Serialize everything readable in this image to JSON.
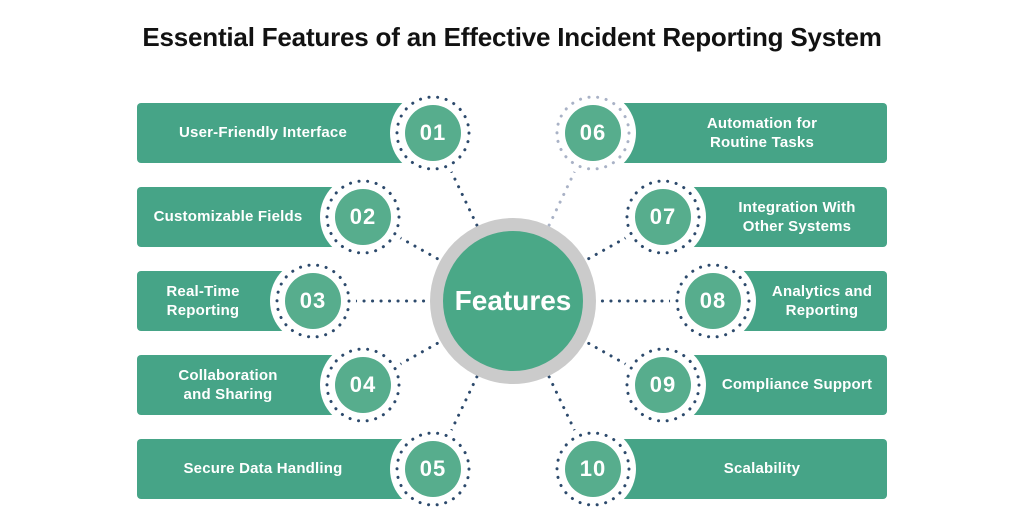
{
  "title": "Essential Features of an Effective Incident Reporting System",
  "hub": {
    "label": "Features"
  },
  "colors": {
    "bar_green": "#46a487",
    "circle_green": "#57ad8d",
    "hub_green": "#4aa887",
    "hub_ring_gray": "#cbcbcb",
    "dot_navy": "#2d4a6c",
    "dot_light": "#a9b2c6",
    "title_text": "#121212",
    "label_text": "#ffffff"
  },
  "items": [
    {
      "number": "01",
      "label": "User-Friendly Interface"
    },
    {
      "number": "02",
      "label": "Customizable Fields"
    },
    {
      "number": "03",
      "label": "Real-Time\nReporting"
    },
    {
      "number": "04",
      "label": "Collaboration\nand Sharing"
    },
    {
      "number": "05",
      "label": "Secure Data Handling"
    },
    {
      "number": "06",
      "label": "Automation for\nRoutine Tasks"
    },
    {
      "number": "07",
      "label": "Integration With\nOther Systems"
    },
    {
      "number": "08",
      "label": "Analytics and\nReporting"
    },
    {
      "number": "09",
      "label": "Compliance Support"
    },
    {
      "number": "10",
      "label": "Scalability"
    }
  ]
}
